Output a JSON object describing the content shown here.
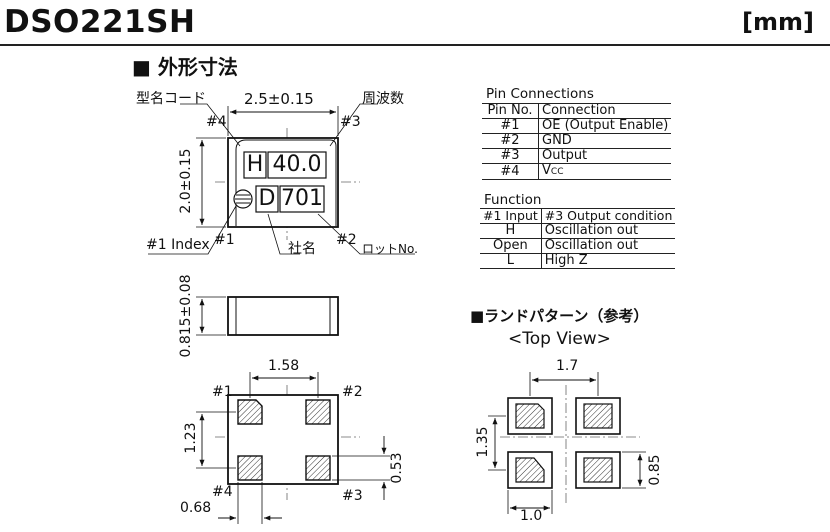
{
  "header": {
    "title": "DSO221SH",
    "unit": "[mm]"
  },
  "outline": {
    "section_title": "■ 外形寸法",
    "top": {
      "model_code_label": "型名コード",
      "frequency_label": "周波数",
      "width_dim": "2.5±0.15",
      "height_dim": "2.0±0.15",
      "pin4": "#4",
      "pin3": "#3",
      "pin1": "#1",
      "pin2": "#2",
      "index_label": "#1 Index",
      "maker_label": "社名",
      "lot_label": "ロットNo.",
      "marking_row1_a": "H",
      "marking_row1_b": "40.0",
      "marking_row2_a": "D",
      "marking_row2_b": "701"
    },
    "side": {
      "thickness_dim": "0.815±0.08"
    },
    "bottom": {
      "pitch_x": "1.58",
      "pitch_y": "1.23",
      "pad_h": "0.53",
      "pad_w": "0.68",
      "pin1": "#1",
      "pin2": "#2",
      "pin3": "#3",
      "pin4": "#4"
    }
  },
  "pin_connections": {
    "title": "Pin Connections",
    "headers": [
      "Pin No.",
      "Connection"
    ],
    "rows": [
      {
        "pin": "#1",
        "connection": "OE (Output Enable)"
      },
      {
        "pin": "#2",
        "connection": "GND"
      },
      {
        "pin": "#3",
        "connection": "Output"
      },
      {
        "pin": "#4",
        "connection_main": "V",
        "connection_sub": "CC"
      }
    ]
  },
  "function_table": {
    "title": "Function",
    "headers": [
      "#1 Input",
      "#3 Output condition"
    ],
    "rows": [
      {
        "input": "H",
        "output": "Oscillation out"
      },
      {
        "input": "Open",
        "output": "Oscillation out"
      },
      {
        "input": "L",
        "output": "High Z"
      }
    ]
  },
  "land_pattern": {
    "title": "■ランドパターン（参考）",
    "view_label": "<Top View>",
    "pitch_x": "1.7",
    "pitch_y": "1.35",
    "pad_h": "0.85",
    "pad_w": "1.0"
  }
}
